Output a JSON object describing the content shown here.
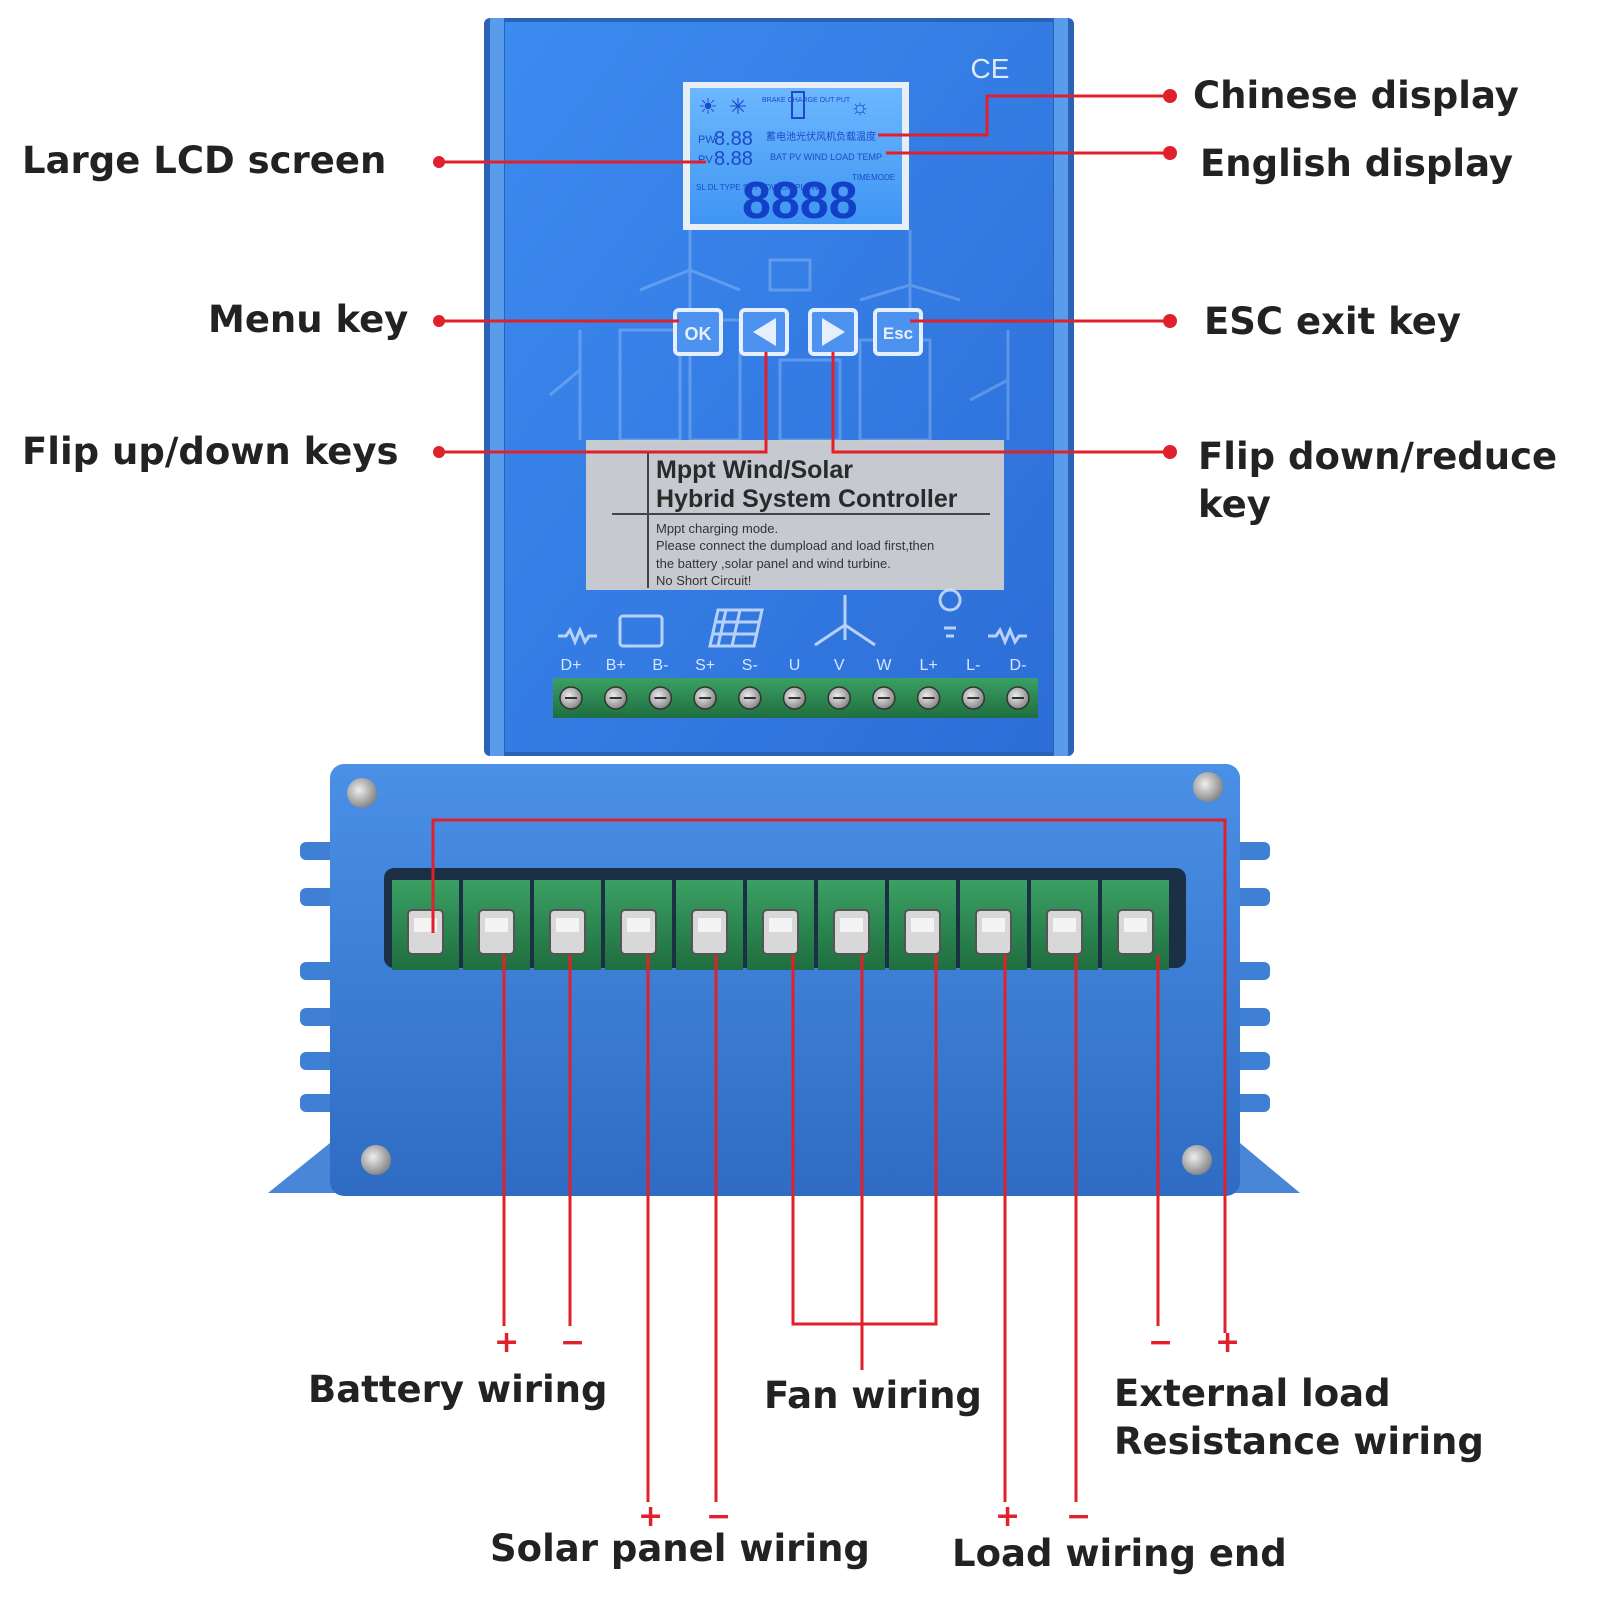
{
  "callouts": {
    "large_lcd": "Large LCD screen",
    "menu_key": "Menu key",
    "flip_up_down": "Flip up/down keys",
    "chinese_display": "Chinese display",
    "english_display": "English display",
    "esc_exit": "ESC exit key",
    "flip_down_reduce": "Flip down/reduce\nkey",
    "battery_wiring": "Battery wiring",
    "fan_wiring": "Fan wiring",
    "external_load": "External load\nResistance wiring",
    "solar_wiring": "Solar panel wiring",
    "load_wiring": "Load wiring end"
  },
  "polarity": {
    "plus": "+",
    "minus": "−"
  },
  "device": {
    "ce_mark": "CE",
    "lcd": {
      "pw_label": "PW",
      "pv_label": "PV",
      "pw_value": "8.88",
      "pv_value": "8.88",
      "big_value": "8888",
      "chinese_row": "蓄电池光伏风机负载温度",
      "english_row": "BAT PV WIND LOAD TEMP",
      "top_icons_text": "BRAKE CHARGE OUT PUT",
      "left_labels": "SL DL TYPE SET LOW ON PLOW",
      "right_labels": "TIMEMODE"
    },
    "keys": {
      "ok": "OK",
      "esc": "Esc"
    },
    "product_label": {
      "title_line1": "Mppt Wind/Solar",
      "title_line2": "Hybrid System Controller",
      "notes": [
        "Mppt charging mode.",
        "Please connect the dumpload and load first,then",
        "the battery ,solar panel and wind turbine.",
        "No Short Circuit!"
      ]
    },
    "terminal_labels": [
      "D+",
      "B+",
      "B-",
      "S+",
      "S-",
      "U",
      "V",
      "W",
      "L+",
      "L-",
      "D-"
    ]
  },
  "colors": {
    "accent_red": "#e0202a",
    "housing_blue": "#3a7fe0",
    "housing_dark": "#2a5fb8",
    "lcd_blue": "#4da0f5",
    "terminal_green": "#2f8a52",
    "label_text": "#222222"
  }
}
